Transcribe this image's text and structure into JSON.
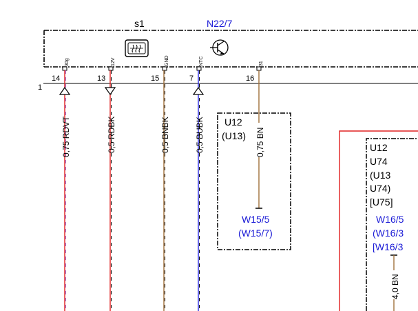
{
  "component": {
    "label": "s1",
    "code": "N22/7"
  },
  "line_number": "1",
  "pins": [
    {
      "num": "14",
      "name": "30g"
    },
    {
      "num": "13",
      "name": "12V"
    },
    {
      "num": "15",
      "name": "GND"
    },
    {
      "num": "7",
      "name": "NTC"
    },
    {
      "num": "16",
      "name": "31"
    }
  ],
  "wires": [
    {
      "label": "0,75 RDVT"
    },
    {
      "label": "0,5 RDBK"
    },
    {
      "label": "0,5 BNBK"
    },
    {
      "label": "0,5 BUBK"
    },
    {
      "label": "0,75 BN"
    },
    {
      "label": "4,0 BN"
    }
  ],
  "box_mid": {
    "codes": [
      "U12",
      "(U13)"
    ],
    "ground_refs": [
      "W15/5",
      "(W15/7)"
    ]
  },
  "box_right": {
    "codes": [
      "U12",
      "U74",
      "(U13",
      "U74)",
      "[U75]"
    ],
    "ground_refs": [
      "W16/5",
      "(W16/3",
      "[W16/3"
    ]
  },
  "colors": {
    "red": "#e02020",
    "violet": "#9966cc",
    "black": "#000000",
    "brown": "#a0703a",
    "blue": "#2a2ae0",
    "ref_text": "#1a1ad6"
  }
}
